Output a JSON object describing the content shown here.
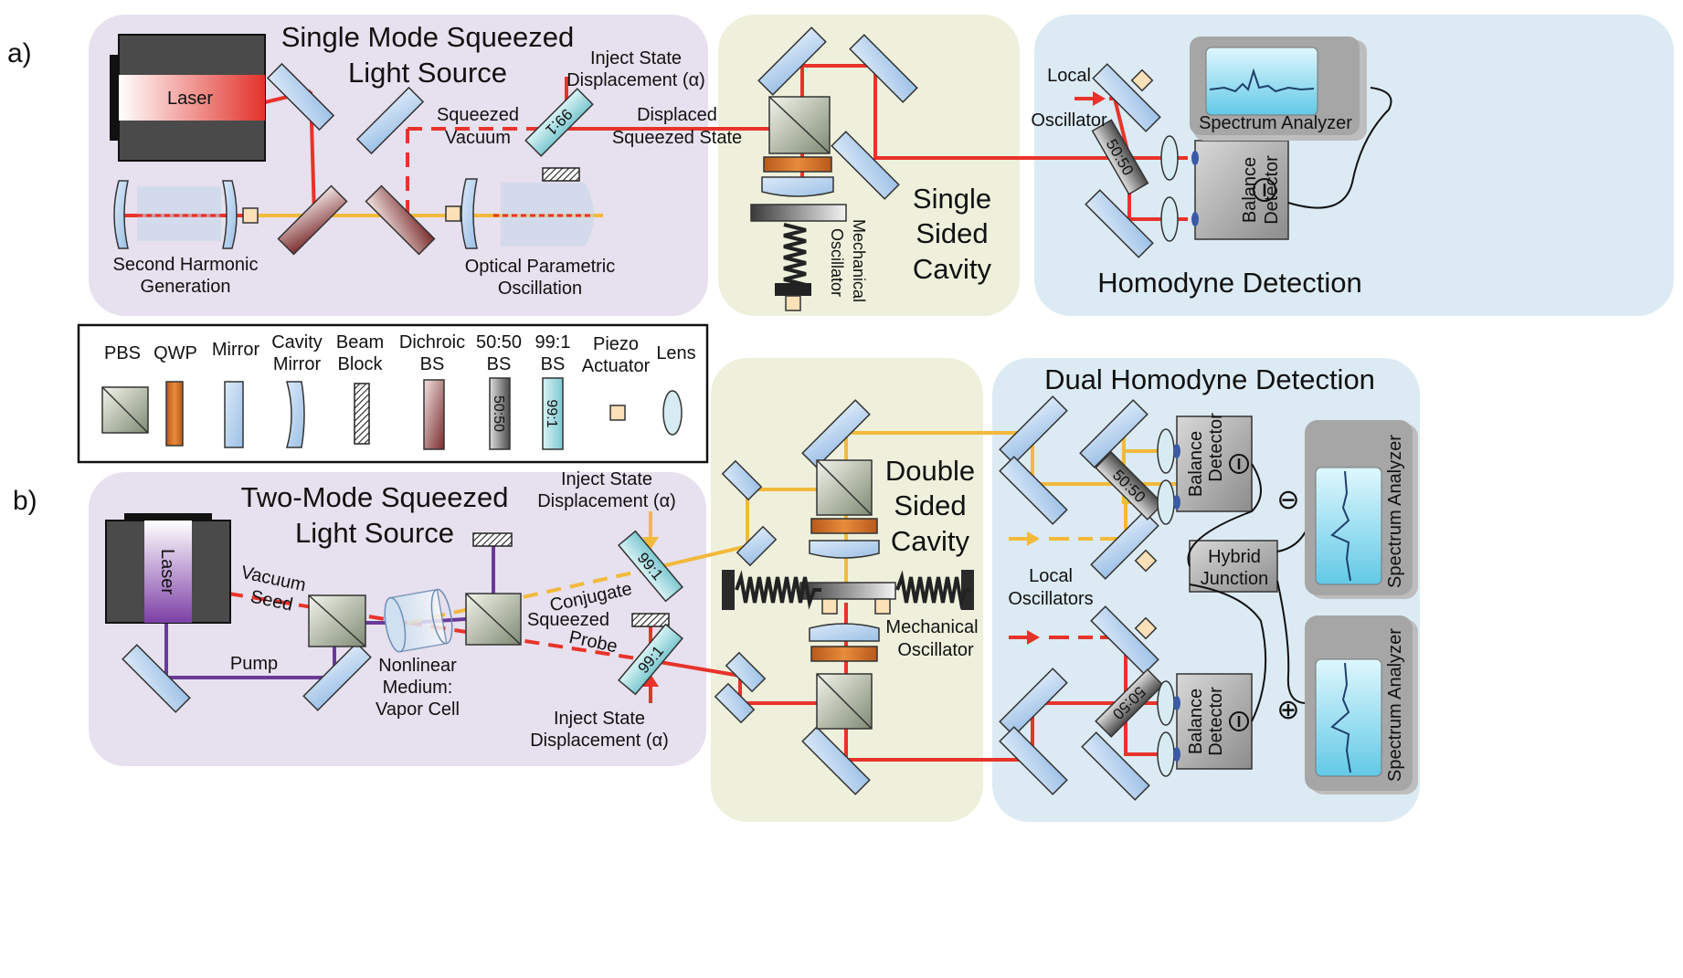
{
  "panels": {
    "a": "a)",
    "b": "b)"
  },
  "colors": {
    "panel_purple": "#e7e0ee",
    "panel_green": "#eef0dc",
    "panel_blue": "#dceaf3",
    "beam_red": "#e8332a",
    "beam_yellow": "#f2b93b",
    "beam_purple": "#6a3a9a",
    "mirror_fill": "#b9d3ee",
    "qwp": "#d9782b",
    "dichroic": "#8a3b3b"
  },
  "single_mode": {
    "title_line1": "Single Mode Squeezed",
    "title_line2": "Light Source",
    "laser": "Laser",
    "shg_line1": "Second Harmonic",
    "shg_line2": "Generation",
    "opo_line1": "Optical Parametric",
    "opo_line2": "Oscillation",
    "sq_vac_line1": "Squeezed",
    "sq_vac_line2": "Vacuum",
    "inject_line1": "Inject State",
    "inject_line2": "Displacement (α)",
    "bs_label": "99:1",
    "displaced_line1": "Displaced",
    "displaced_line2": "Squeezed State"
  },
  "single_cavity": {
    "line1": "Single",
    "line2": "Sided",
    "line3": "Cavity",
    "mech_line1": "Mechanical",
    "mech_line2": "Oscillator"
  },
  "homodyne": {
    "title": "Homodyne Detection",
    "lo_line1": "Local",
    "lo_line2": "Oscillator",
    "bs_label": "50:50",
    "spectrum": "Spectrum Analyzer",
    "detector_line1": "Balance",
    "detector_line2": "Detector",
    "minus": "-"
  },
  "legend": {
    "items": [
      {
        "line1": "PBS",
        "line2": "",
        "icon": "pbs-icon"
      },
      {
        "line1": "QWP",
        "line2": "",
        "icon": "qwp-icon"
      },
      {
        "line1": "Mirror",
        "line2": "",
        "icon": "mirror-icon"
      },
      {
        "line1": "Cavity",
        "line2": "Mirror",
        "icon": "cavity-mirror-icon"
      },
      {
        "line1": "Beam",
        "line2": "Block",
        "icon": "beam-block-icon"
      },
      {
        "line1": "Dichroic",
        "line2": "BS",
        "icon": "dichroic-bs-icon"
      },
      {
        "line1": "50:50",
        "line2": "BS",
        "icon": "bs-5050-icon",
        "tag": "50:50"
      },
      {
        "line1": "99:1",
        "line2": "BS",
        "icon": "bs-991-icon",
        "tag": "99:1"
      },
      {
        "line1": "Piezo",
        "line2": "Actuator",
        "icon": "piezo-icon"
      },
      {
        "line1": "Lens",
        "line2": "",
        "icon": "lens-icon"
      }
    ]
  },
  "two_mode": {
    "title_line1": "Two-Mode Squeezed",
    "title_line2": "Light Source",
    "laser": "Laser",
    "vacuum_line1": "Vacuum",
    "vacuum_line2": "Seed",
    "pump": "Pump",
    "medium_line1": "Nonlinear",
    "medium_line2": "Medium:",
    "medium_line3": "Vapor Cell",
    "conj_line1": "Conjugate",
    "conj_line2": "Squeezed",
    "conj_line3": "Probe",
    "inject_top_line1": "Inject State",
    "inject_top_line2": "Displacement (α)",
    "inject_bot_line1": "Inject State",
    "inject_bot_line2": "Displacement (α)",
    "bs_label": "99:1"
  },
  "double_cavity": {
    "line1": "Double",
    "line2": "Sided",
    "line3": "Cavity",
    "mech_line1": "Mechanical",
    "mech_line2": "Oscillator"
  },
  "dual_homodyne": {
    "title": "Dual Homodyne Detection",
    "lo_line1": "Local",
    "lo_line2": "Oscillators",
    "bs_label": "50:50",
    "detector_line1": "Balance",
    "detector_line2": "Detector",
    "hybrid_line1": "Hybrid",
    "hybrid_line2": "Junction",
    "spectrum": "Spectrum Analyzer",
    "minus": "-",
    "minus_sign": "⊖",
    "plus_sign": "⊕"
  }
}
